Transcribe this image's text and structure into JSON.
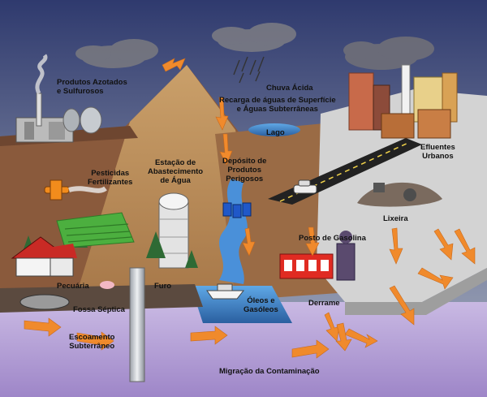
{
  "labels": {
    "nitrogen_sulfur_products": "Produtos Azotados\ne Sulfurosos",
    "acid_rain": "Chuva Ácida",
    "recharge": "Recarga de águas de Superfície\ne Águas Subterrâneas",
    "lake": "Lago",
    "urban_effluents": "Efluentes\nUrbanos",
    "pesticides": "Pesticidas\nFertilizantes",
    "water_supply": "Estação de\nAbastecimento\nde Água",
    "hazardous_waste": "Depósito de\nProdutos\nPerigosos",
    "landfill": "Lixeira",
    "gas_station": "Posto de Gasolina",
    "livestock": "Pecuária",
    "borehole": "Furo",
    "oils": "Óleos e\nGasóleos",
    "spill": "Derrame",
    "septic_tank": "Fossa Séptica",
    "underground_runoff": "Escoamento\nSubterrâneo",
    "contamination_migration": "Migração da Contaminação"
  },
  "colors": {
    "sky_top": "#2f3a6e",
    "sky_bottom": "#a7aec0",
    "soil": "#8a5a3c",
    "hill": "#b98a5a",
    "city_ground": "#cfcfcf",
    "groundwater": "#b7a3d6",
    "water": "#3b82c9",
    "arrow": "#f08a2c",
    "field": "#4caf3f"
  }
}
